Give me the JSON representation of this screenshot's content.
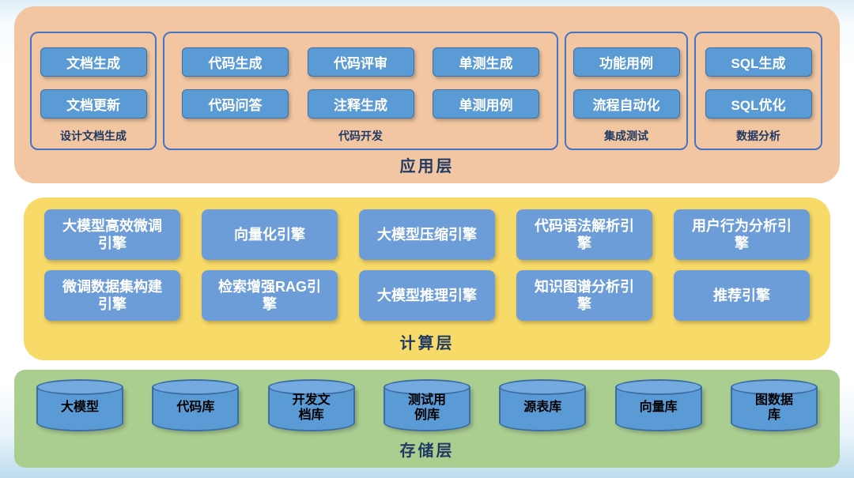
{
  "app_layer": {
    "label": "应用层",
    "groups": [
      {
        "label": "设计文档生成",
        "items": [
          "文档生成",
          "文档更新"
        ]
      },
      {
        "label": "代码开发",
        "items": [
          "代码生成",
          "代码评审",
          "单测生成",
          "代码问答",
          "注释生成",
          "单测用例"
        ]
      },
      {
        "label": "集成测试",
        "items": [
          "功能用例",
          "流程自动化"
        ]
      },
      {
        "label": "数据分析",
        "items": [
          "SQL生成",
          "SQL优化"
        ]
      }
    ]
  },
  "compute_layer": {
    "label": "计算层",
    "engines": [
      "大模型高效微调引擎",
      "向量化引擎",
      "大模型压缩引擎",
      "代码语法解析引擎",
      "用户行为分析引擎",
      "微调数据集构建引擎",
      "检索增强RAG引擎",
      "大模型推理引擎",
      "知识图谱分析引擎",
      "推荐引擎"
    ]
  },
  "storage_layer": {
    "label": "存储层",
    "stores": [
      "大模型",
      "代码库",
      "开发文档库",
      "测试用例库",
      "源表库",
      "向量库",
      "图数据库"
    ]
  },
  "colors": {
    "app_layer_bg": "#F2C6A2",
    "compute_layer_bg": "#F8DA68",
    "storage_layer_bg": "#AACE90",
    "chip_bg": "#5B9BD5",
    "engine_bg": "#6D9DD9",
    "cylinder_bg": "#5B9BD5",
    "group_border": "#4573C4",
    "label_text": "#1F3A63"
  }
}
